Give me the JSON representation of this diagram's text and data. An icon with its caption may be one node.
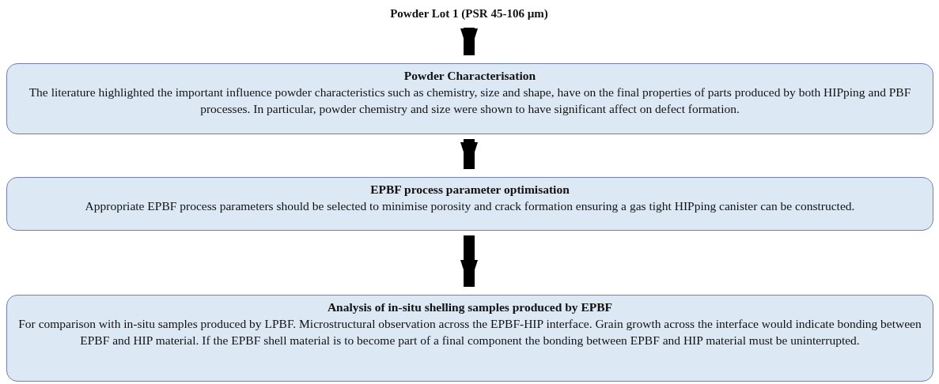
{
  "diagram": {
    "nodes": [
      {
        "text": [
          "Powder Lot 1 (PSR 45-106 µm)"
        ]
      },
      {
        "text": [
          "Powder Characterisation",
          "The literature highlighted the important influence powder characteristics such as chemistry, size and shape, have on the final properties of parts produced by both HIPping and PBF processes. In particular, powder chemistry and size were shown to have significant affect on defect formation."
        ]
      },
      {
        "text": [
          "EPBF process parameter optimisation",
          "Appropriate EPBF process parameters should be selected to minimise porosity and crack formation ensuring a gas tight HIPping canister can be constructed."
        ]
      },
      {
        "text": [
          "Analysis of in-situ shelling samples produced by EPBF",
          "For comparison with in-situ samples produced by LPBF. Microstructural observation across the EPBF-HIP interface. Grain growth across the interface would indicate bonding between EPBF and HIP material. If the EPBF shell material is to become part of a final component the bonding between EPBF and HIP material must be uninterrupted."
        ]
      }
    ],
    "edges": [
      {
        "from": 0,
        "to": 1,
        "arrow": "to"
      },
      {
        "from": 1,
        "to": 2,
        "arrow": "to"
      },
      {
        "from": 2,
        "to": 3,
        "arrow": "to"
      }
    ]
  }
}
